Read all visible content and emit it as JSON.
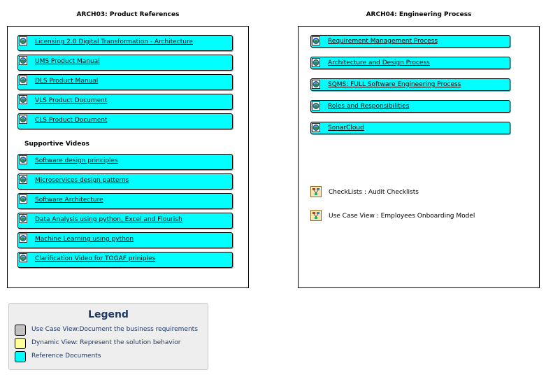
{
  "packages": {
    "arch03": {
      "title": "ARCH03: Product References",
      "refs": [
        "Licensing 2.0 Digital Transformation - Architecture",
        "UMS Product Manual",
        "DLS Product Manual",
        "VLS Product Document",
        "CLS Product Document"
      ],
      "videos_heading": "Supportive Videos",
      "videos": [
        "Software design principles",
        "Microservices design patterns",
        "Software Architecture",
        "Data Analysis using python, Excel and Flourish",
        "Machine Learning using python",
        "Clarification Video for TOGAF priniples"
      ]
    },
    "arch04": {
      "title": "ARCH04: Engineering Process",
      "refs": [
        "Requirement Management Process",
        "Architecture and Design Process",
        "SQMS: FULL Software Engineering Process",
        "Roles and Responsibilities",
        "SonarCloud"
      ],
      "model_links": [
        "CheckLists : Audit Checklists",
        "Use Case View : Employees Onboarding Model"
      ]
    }
  },
  "legend": {
    "title": "Legend",
    "items": [
      {
        "label": "Use Case View:Document the business requirements",
        "color": "#c0c0c0"
      },
      {
        "label": "Dynamic View: Represent the solution behavior",
        "color": "#ffff99"
      },
      {
        "label": "Reference Documents",
        "color": "#00ffff"
      }
    ]
  },
  "icons": {
    "ref_doc": "globe-document-icon",
    "model_link": "diagram-link-icon"
  }
}
